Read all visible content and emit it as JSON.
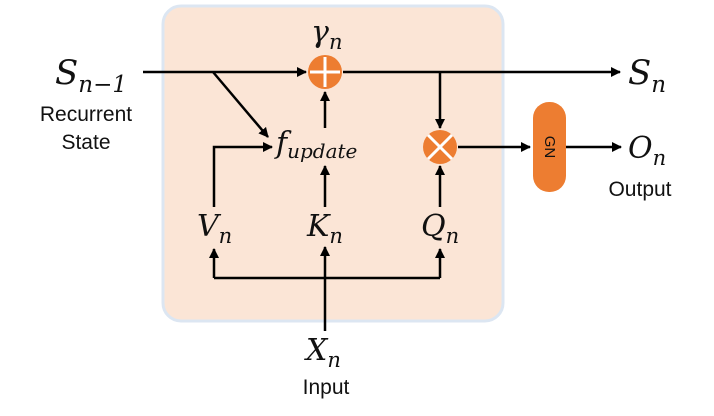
{
  "colors": {
    "panel_fill": "#FBE5D6",
    "panel_stroke": "#DCE6F2",
    "operator_fill": "#ED7D31",
    "operator_mark": "#FFFFFF",
    "line": "#000000"
  },
  "nodes": {
    "s_prev": {
      "base": "S",
      "sub": "n−1"
    },
    "s_next": {
      "base": "S",
      "sub": "n"
    },
    "gamma": {
      "base": "γ",
      "sub": "n"
    },
    "f_update": {
      "base": "f",
      "sub": "update"
    },
    "v": {
      "base": "V",
      "sub": "n"
    },
    "k": {
      "base": "K",
      "sub": "n"
    },
    "q": {
      "base": "Q",
      "sub": "n"
    },
    "x": {
      "base": "X",
      "sub": "n"
    },
    "o": {
      "base": "O",
      "sub": "n"
    }
  },
  "labels": {
    "recurrent_line1": "Recurrent",
    "recurrent_line2": "State",
    "output": "Output",
    "input": "Input",
    "gn": "GN"
  },
  "icons": {
    "add_operator": "circle-plus-icon",
    "multiply_operator": "circle-times-icon",
    "group_norm": "rounded-box-icon"
  }
}
